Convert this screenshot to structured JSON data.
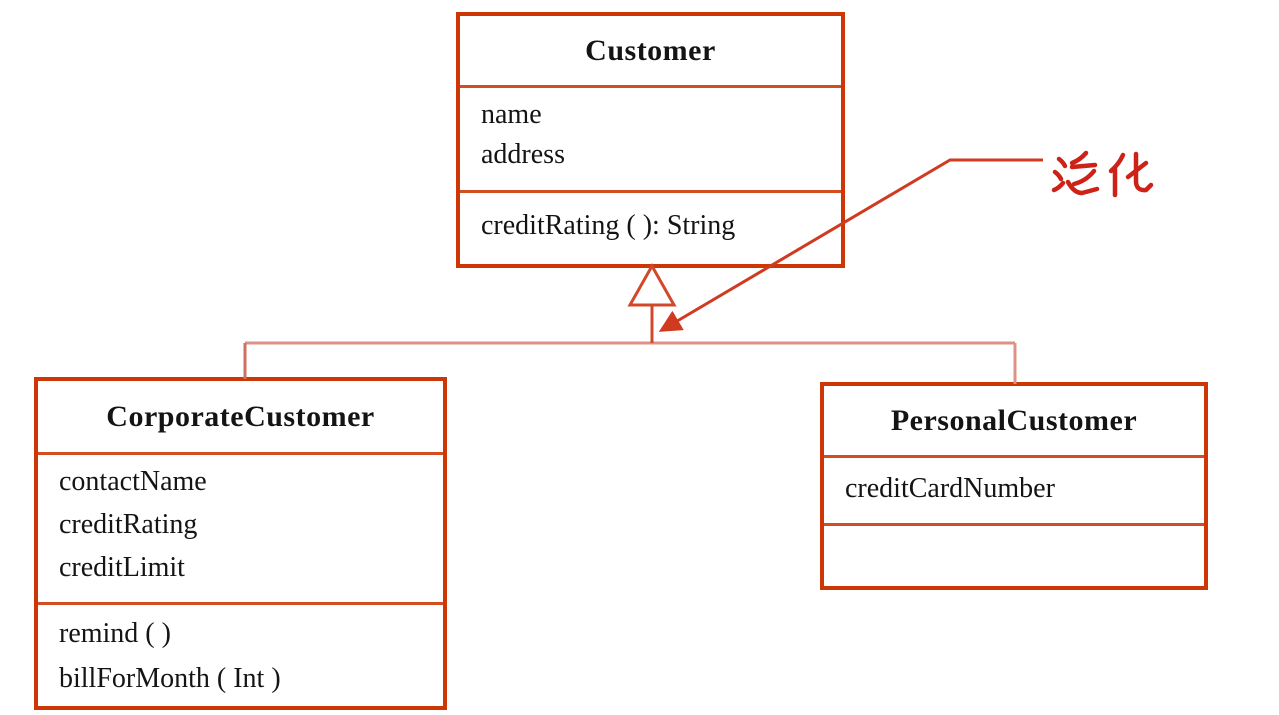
{
  "diagram": {
    "type": "uml-class-diagram",
    "classes": [
      {
        "name": "Customer",
        "attributes": [
          "name",
          "address"
        ],
        "operations": [
          "creditRating ( ): String"
        ]
      },
      {
        "name": "CorporateCustomer",
        "attributes": [
          "contactName",
          "creditRating",
          "creditLimit"
        ],
        "operations": [
          "remind ( )",
          "billForMonth ( Int )"
        ]
      },
      {
        "name": "PersonalCustomer",
        "attributes": [
          "creditCardNumber"
        ],
        "operations": []
      }
    ],
    "relationship": {
      "type": "generalization",
      "parent": "Customer",
      "children": [
        "CorporateCustomer",
        "PersonalCustomer"
      ]
    },
    "annotation": {
      "label": "泛化"
    }
  },
  "colors": {
    "background": "#ffffff",
    "text": "#141414",
    "box_border": "#cc3705",
    "divider": "#d24e22",
    "connector": "#de9187",
    "stub": "#d2705f",
    "stem": "#d1482a",
    "leader": "#d03a20",
    "annotation": "#cc2217"
  }
}
